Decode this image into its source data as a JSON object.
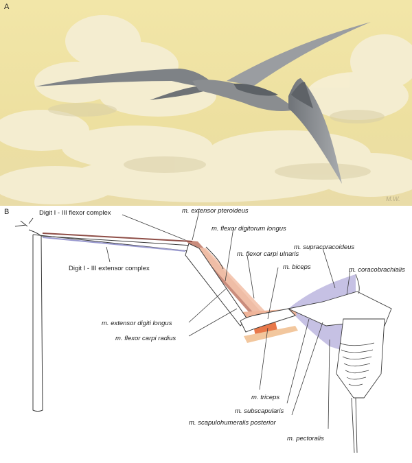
{
  "panels": {
    "a": "A",
    "b": "B"
  },
  "artist_signature": "M.W.",
  "labels": {
    "flexor_complex": "Digit I - III flexor complex",
    "extensor_pteroideus": "m. extensor pteroideus",
    "flexor_digitorum_longus": "m. flexor digitorum longus",
    "flexor_carpi_ulnaris": "m. flexor carpi ulnaris",
    "extensor_complex": "Digit I - III extensor complex",
    "supracoracoideus": "m. supracoracoideus",
    "biceps": "m. biceps",
    "coracobrachialis": "m. coracobrachialis",
    "extensor_digiti_longus": "m. extensor digiti longus",
    "flexor_carpi_radius": "m. flexor carpi radius",
    "triceps": "m. triceps",
    "subscapularis": "m. subscapularis",
    "scapulohumeralis_posterior": "m. scapulohumeralis posterior",
    "pectoralis": "m. pectoralis"
  },
  "colors": {
    "sky": "#efe4a6",
    "cloud": "#f4edd0",
    "animal": "#8a8d90",
    "flexor_muscle": "#b86a5a",
    "extensor_muscle": "#f0b59a",
    "biceps_muscle": "#e8784a",
    "pectoral_muscle": "#b9b3dd",
    "outline": "#3a3a3a"
  }
}
